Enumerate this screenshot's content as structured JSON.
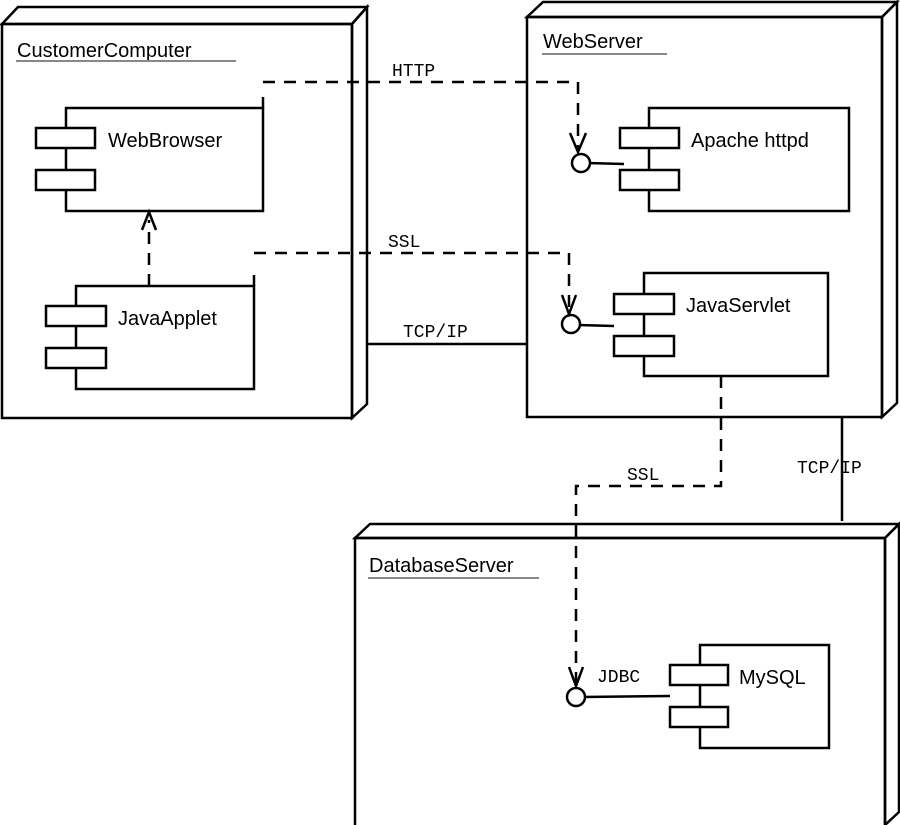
{
  "diagram": {
    "type": "UML deployment diagram",
    "nodes": {
      "customer": {
        "label": "CustomerComputer"
      },
      "webserver": {
        "label": "WebServer"
      },
      "database": {
        "label": "DatabaseServer"
      }
    },
    "components": {
      "webbrowser": {
        "label": "WebBrowser"
      },
      "javaapplet": {
        "label": "JavaApplet"
      },
      "apache": {
        "label": "Apache httpd"
      },
      "javaservlet": {
        "label": "JavaServlet"
      },
      "mysql": {
        "label": "MySQL"
      }
    },
    "connections": {
      "http": {
        "label": "HTTP",
        "style": "dashed",
        "from": "WebBrowser",
        "to": "Apache httpd"
      },
      "ssl_applet": {
        "label": "SSL",
        "style": "dashed",
        "from": "JavaApplet",
        "to": "JavaServlet"
      },
      "tcpip_cc_ws": {
        "label": "TCP/IP",
        "style": "solid",
        "from": "CustomerComputer",
        "to": "WebServer"
      },
      "ssl_servlet": {
        "label": "SSL",
        "style": "dashed",
        "from": "JavaServlet",
        "to": "MySQL"
      },
      "tcpip_ws_db": {
        "label": "TCP/IP",
        "style": "solid",
        "from": "WebServer",
        "to": "DatabaseServer"
      },
      "applet_browser": {
        "label": "",
        "style": "dashed",
        "from": "JavaApplet",
        "to": "WebBrowser"
      }
    },
    "interfaces": {
      "jdbc": {
        "label": "JDBC"
      }
    }
  }
}
